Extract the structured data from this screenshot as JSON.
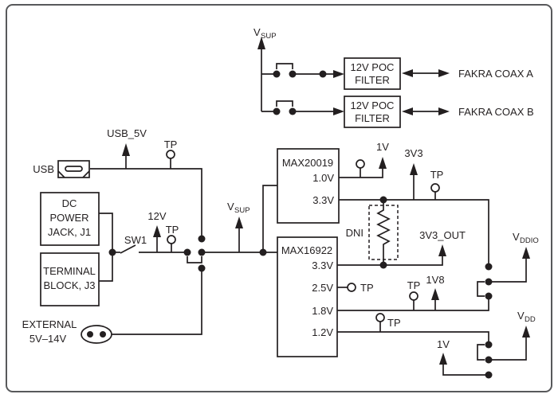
{
  "colors": {
    "line": "#231f20",
    "border": "#58595b",
    "background": "#ffffff"
  },
  "top": {
    "vsup": {
      "main": "V",
      "sub": "SUP"
    },
    "filter_a": {
      "line1": "12V POC",
      "line2": "FILTER"
    },
    "filter_b": {
      "line1": "12V POC",
      "line2": "FILTER"
    },
    "fakra_a": "FAKRA COAX A",
    "fakra_b": "FAKRA COAX B"
  },
  "inputs": {
    "usb_label": "USB",
    "usb_rail": "USB_5V",
    "usb_tp": "TP",
    "dc_jack": {
      "line1": "DC",
      "line2": "POWER",
      "line3": "JACK, J1"
    },
    "terminal": {
      "line1": "TERMINAL",
      "line2": "BLOCK, J3"
    },
    "sw": "SW1",
    "rail_12v": "12V",
    "sw_tp": "TP",
    "vsup": {
      "main": "V",
      "sub": "SUP"
    },
    "external": {
      "line1": "EXTERNAL",
      "line2": "5V–14V"
    }
  },
  "max20019": {
    "title": "MAX20019",
    "out_1v0": "1.0V",
    "out_3v3": "3.3V",
    "rail_1v": "1V",
    "rail_3v3": "3V3",
    "tp_3v3": "TP"
  },
  "dni_label": "DNI",
  "max16922": {
    "title": "MAX16922",
    "out_3v3": "3.3V",
    "out_2v5": "2.5V",
    "out_1v8": "1.8V",
    "out_1v2": "1.2V",
    "tp_2v5": "TP",
    "rail_3v3_out": "3V3_OUT",
    "tp_1v8": "TP",
    "rail_1v8": "1V8",
    "tp_1v2": "TP"
  },
  "outputs": {
    "vddio": {
      "main": "V",
      "sub": "DDIO"
    },
    "vdd": {
      "main": "V",
      "sub": "DD"
    },
    "rail_1v": "1V"
  }
}
